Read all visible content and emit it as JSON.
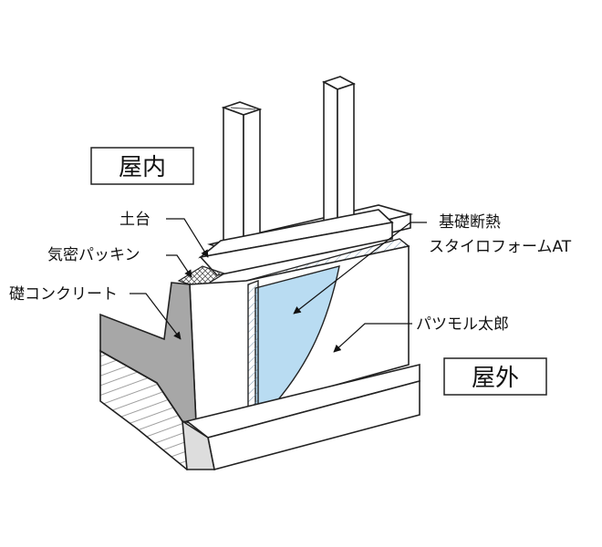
{
  "labels": {
    "indoor": "屋内",
    "outdoor": "屋外",
    "sill": "土台",
    "airtight_packing": "気密パッキン",
    "foundation_concrete": "礎コンクリート",
    "insulation_title": "基礎断熱",
    "insulation_product": "スタイロフォームAT",
    "mortar": "パツモル太郎"
  },
  "colors": {
    "insulation_fill": "#b9dcf2",
    "insulation_edge": "#7fb6dd",
    "concrete_fill": "#a7a7a7",
    "line": "#222222",
    "background": "#ffffff"
  }
}
